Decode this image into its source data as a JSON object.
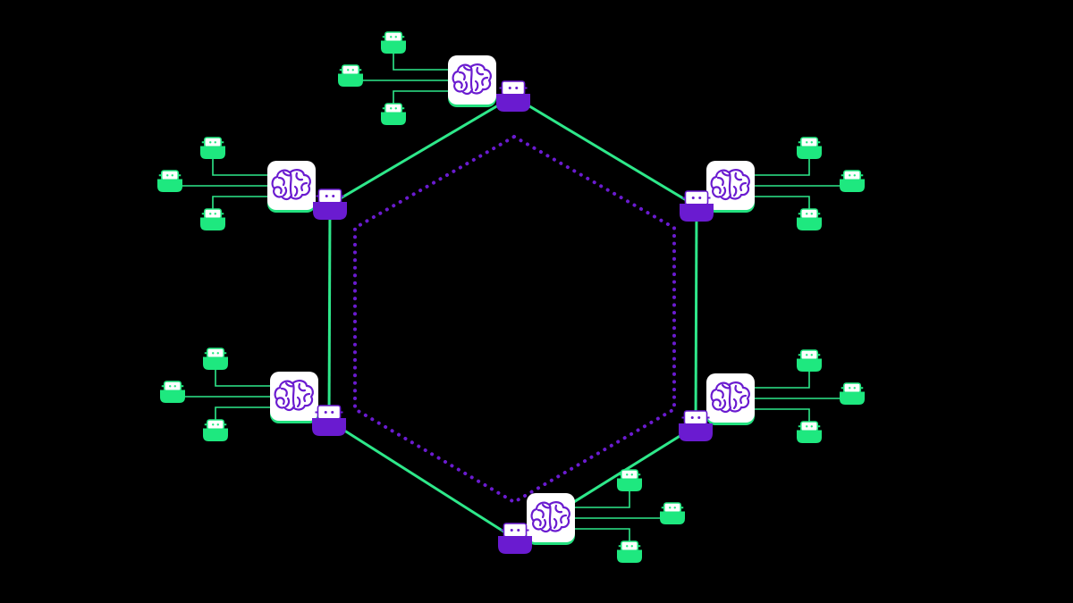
{
  "colors": {
    "background": "#000000",
    "network_link": "#2EE88A",
    "inner_ring": "#6A1BD0",
    "brain_card": "#FFFFFF",
    "brain_card_shadow": "#22E07E",
    "brain_icon": "#6A1BD0",
    "hub_robot": "#6A1BD0",
    "edge_robot": "#1EE87F"
  },
  "icons": {
    "node": "brain-icon",
    "hub": "robot-icon",
    "edge_device": "robot-icon"
  },
  "diagram": {
    "shape": "hexagon",
    "node_count": 6,
    "devices_per_node": 3
  }
}
